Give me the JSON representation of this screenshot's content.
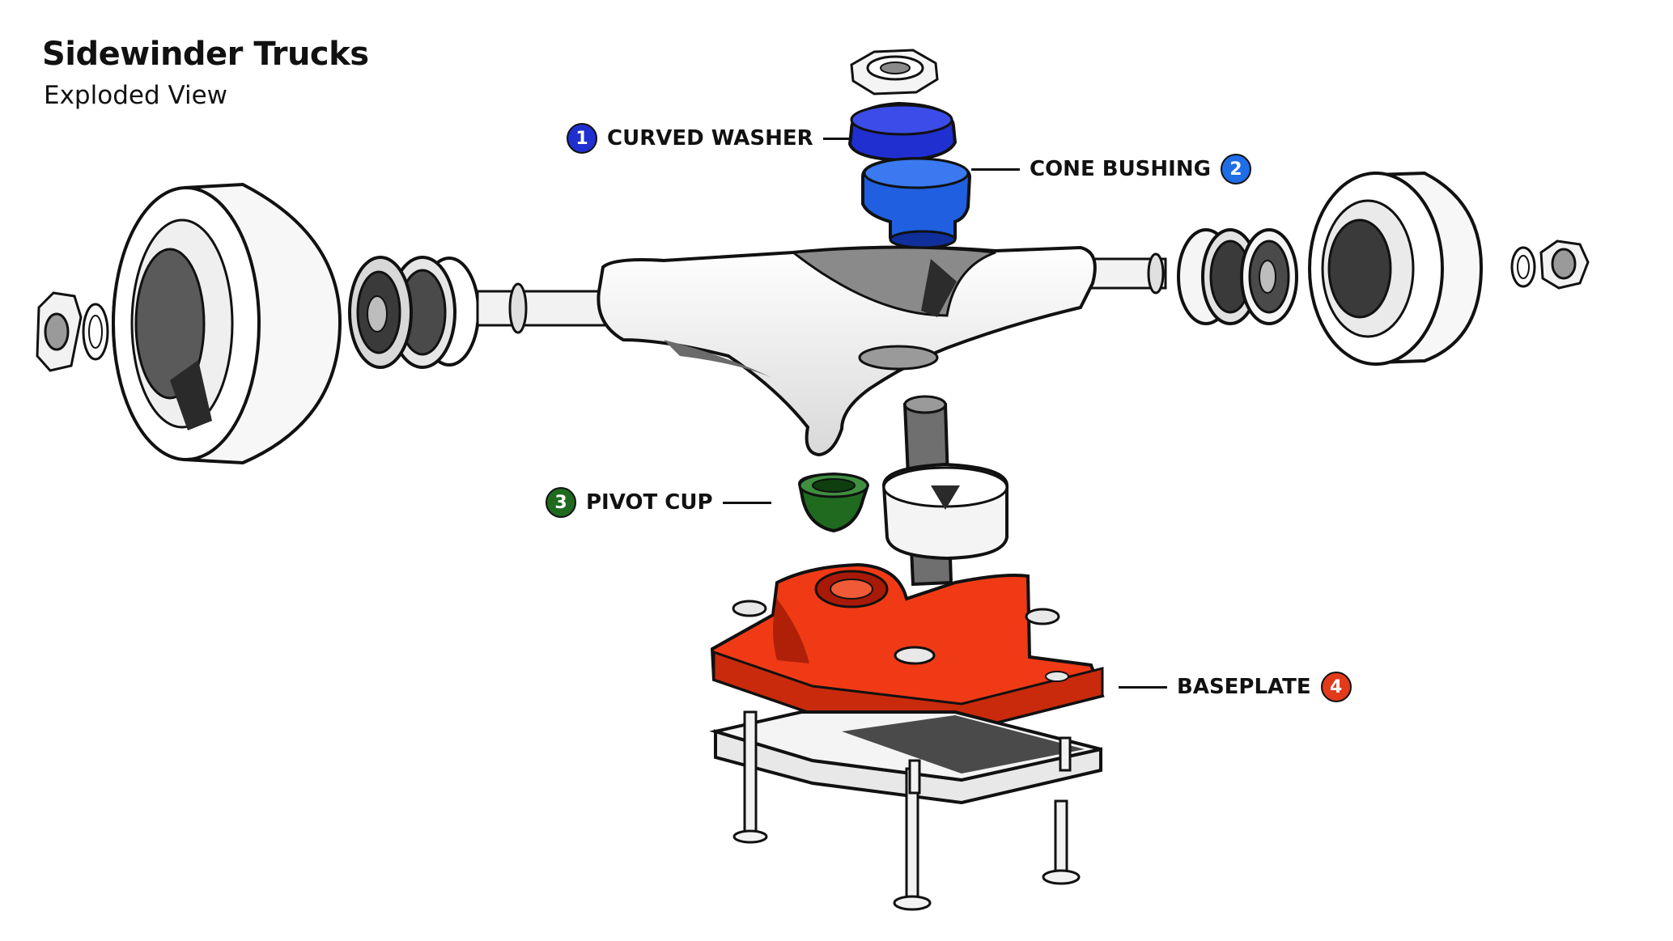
{
  "header": {
    "title": "Sidewinder Trucks",
    "subtitle": "Exploded View"
  },
  "callouts": [
    {
      "number": "1",
      "label": "CURVED WASHER",
      "color": "#1f2fd0"
    },
    {
      "number": "2",
      "label": "CONE BUSHING",
      "color": "#1f6ee8"
    },
    {
      "number": "3",
      "label": "PIVOT CUP",
      "color": "#1f6a1f"
    },
    {
      "number": "4",
      "label": "BASEPLATE",
      "color": "#e23a1a"
    }
  ],
  "colors": {
    "washer": "#1f2fd0",
    "bushing": "#1f5fe0",
    "pivot_cup": "#1f6a1f",
    "baseplate": "#f03a16",
    "outline": "#111111",
    "part_white": "#f4f4f4",
    "shade": "#6b6b6b"
  }
}
